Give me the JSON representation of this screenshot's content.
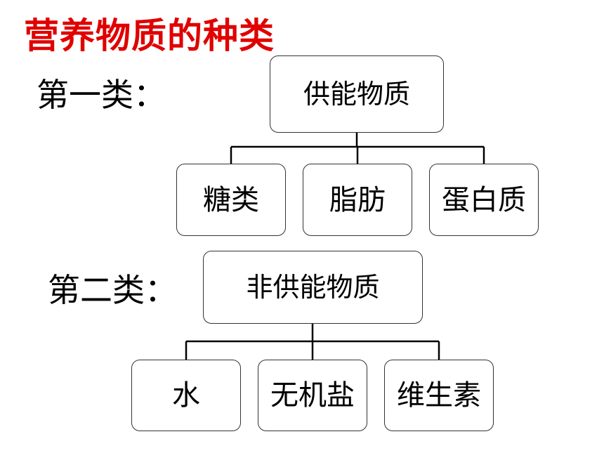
{
  "title": "营养物质的种类",
  "category1": {
    "label": "第一类：",
    "parent": "供能物质",
    "children": [
      "糖类",
      "脂肪",
      "蛋白质"
    ]
  },
  "category2": {
    "label": "第二类：",
    "parent": "非供能物质",
    "children": [
      "水",
      "无机盐",
      "维生素"
    ]
  },
  "colors": {
    "title": "#e00000",
    "text": "#000000",
    "border": "#333333"
  }
}
